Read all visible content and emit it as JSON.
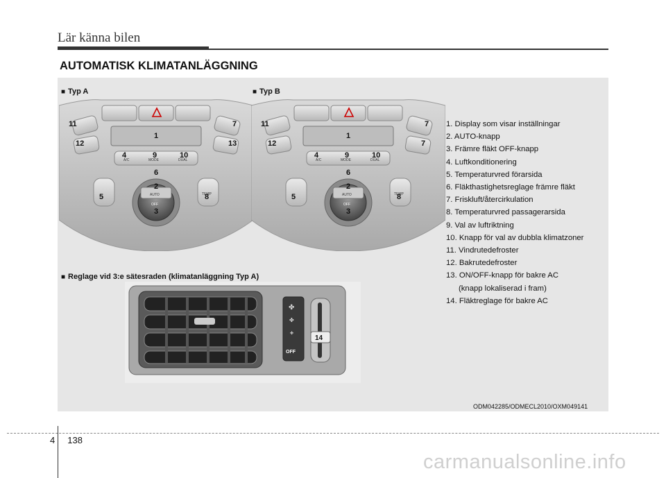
{
  "header": {
    "title": "Lär känna bilen"
  },
  "section": {
    "title": "AUTOMATISK KLIMATANLÄGGNING"
  },
  "figure_labels": {
    "type_a": "Typ A",
    "type_b": "Typ B",
    "rear": "Reglage vid 3:e sätesraden (klimatanläggning Typ A)",
    "marker": "■"
  },
  "control_panel": {
    "mode_label": "MODE",
    "ac_label": "A/C",
    "dual_label": "DUAL",
    "auto_label": "AUTO",
    "off_label": "OFF",
    "temp_label": "TEMP"
  },
  "rear_panel": {
    "off_label": "OFF",
    "callout": "14"
  },
  "callouts": [
    "1",
    "2",
    "3",
    "4",
    "5",
    "6",
    "7",
    "8",
    "9",
    "10",
    "11",
    "12",
    "13"
  ],
  "legend": [
    "1. Display som visar inställningar",
    "2. AUTO-knapp",
    "3. Främre fläkt OFF-knapp",
    "4. Luftkonditionering",
    "5. Temperaturvred förarsida",
    "6. Fläkthastighetsreglage främre fläkt",
    "7. Friskluft/återcirkulation",
    "8. Temperaturvred passagerarsida",
    "9. Val av luftriktning",
    "10. Knapp för val av dubbla klimatzoner",
    "11. Vindrutedefroster",
    "12. Bakrutedefroster",
    "13. ON/OFF-knapp för bakre AC",
    "(knapp lokaliserad i fram)",
    "14. Fläktreglage för bakre AC"
  ],
  "image_code": "ODM042285/ODMECL2010/OXM049141",
  "footer": {
    "chapter": "4",
    "page": "138"
  },
  "watermark": "carmanualsonline.info"
}
